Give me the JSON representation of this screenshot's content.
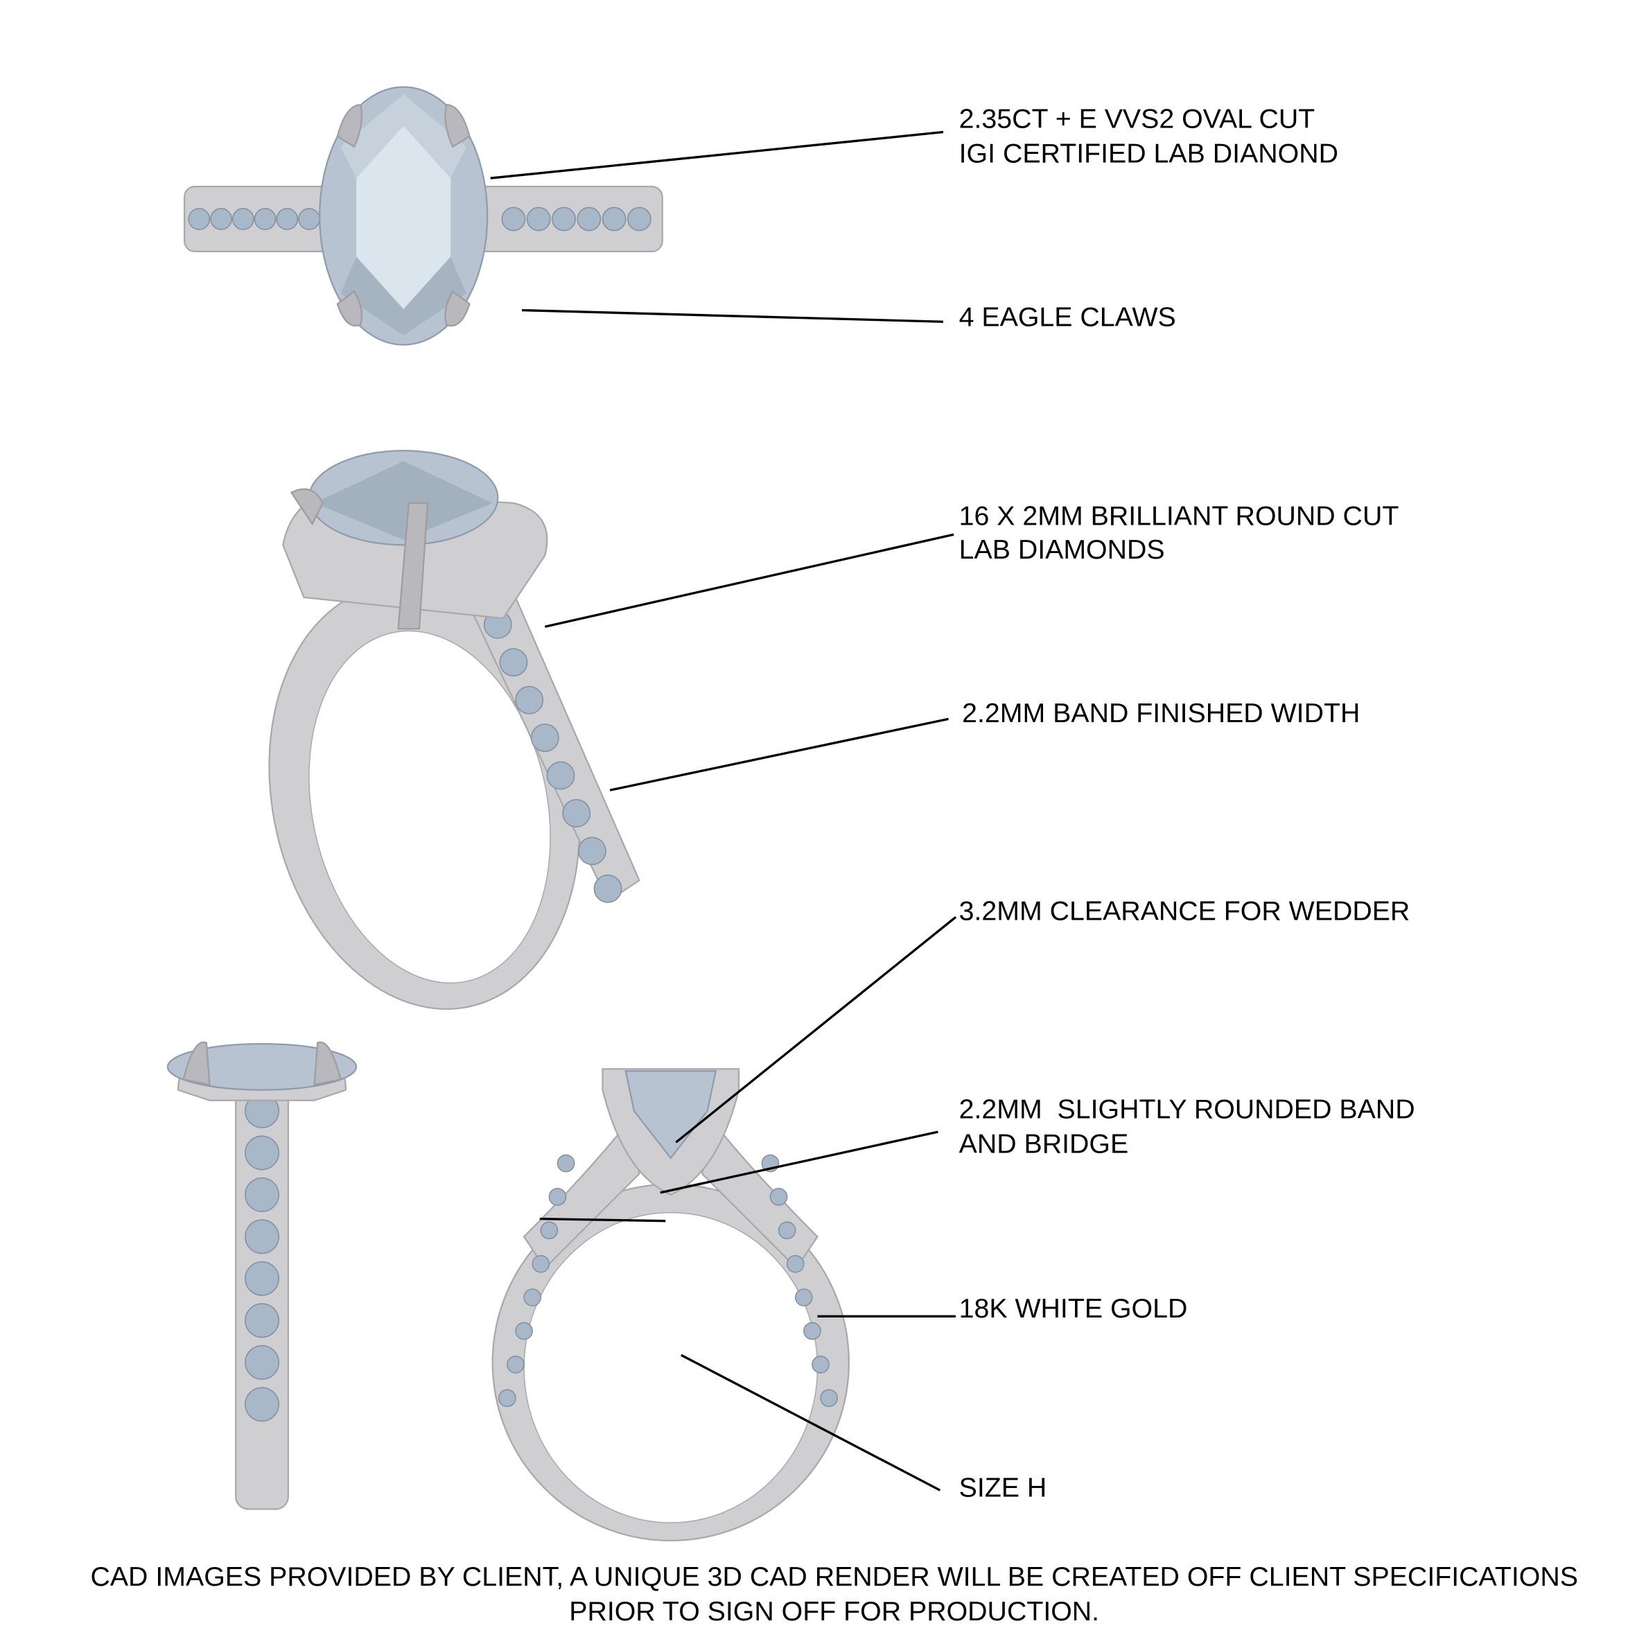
{
  "callouts": {
    "center_stone": {
      "line1": "2.35CT + E VVS2 OVAL CUT",
      "line2": "IGI CERTIFIED LAB DIANOND"
    },
    "claws": {
      "line1": "4 EAGLE CLAWS"
    },
    "side_stones": {
      "line1": "16 X 2MM BRILLIANT ROUND CUT",
      "line2": "LAB DIAMONDS"
    },
    "band_width": {
      "line1": "2.2MM BAND FINISHED WIDTH"
    },
    "clearance": {
      "line1": "3.2MM CLEARANCE FOR WEDDER"
    },
    "bridge": {
      "line1": "2.2MM  SLIGHTLY ROUNDED BAND",
      "line2": "AND BRIDGE"
    },
    "metal": {
      "line1": "18K WHITE GOLD"
    },
    "size": {
      "line1": "SIZE H"
    }
  },
  "footer": {
    "line1": "CAD IMAGES PROVIDED BY CLIENT, A UNIQUE 3D CAD RENDER WILL BE CREATED OFF CLIENT SPECIFICATIONS",
    "line2": "PRIOR TO SIGN OFF FOR PRODUCTION."
  },
  "colors": {
    "metal": "#cfcfd1",
    "stone": "#b7c3d0",
    "text": "#000000"
  }
}
